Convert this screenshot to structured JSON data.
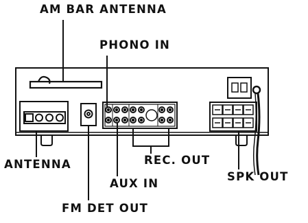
{
  "labels": {
    "am_bar_antenna": "AM BAR ANTENNA",
    "phono_in": "PHONO IN",
    "antenna": "ANTENNA",
    "rec_out": "REC. OUT",
    "spk_out": "SPK OUT",
    "aux_in": "AUX IN",
    "fm_det_out": "FM DET OUT"
  },
  "colors": {
    "line": "#111111",
    "background": "#ffffff"
  }
}
